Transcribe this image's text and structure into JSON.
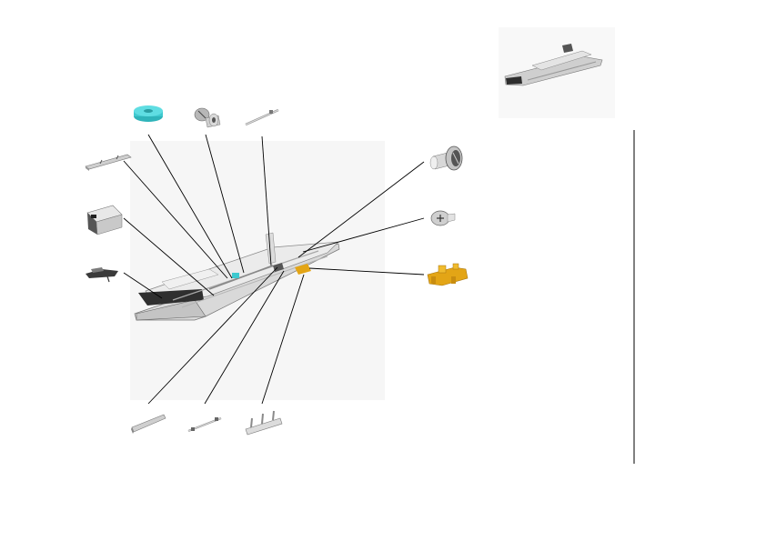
{
  "colors": {
    "background": "#ffffff",
    "part_gray": "#d4d4d4",
    "part_dark": "#3a3a3a",
    "roller_cyan": "#3ec9cf",
    "bracket_orange": "#e3a516",
    "leader_line": "#000000",
    "shadow": "#f2f2f2"
  },
  "parts": [
    {
      "name": "cyan-roller"
    },
    {
      "name": "pan-screw"
    },
    {
      "name": "thin-shaft"
    },
    {
      "name": "flat-plate"
    },
    {
      "name": "cover-block"
    },
    {
      "name": "dark-lever"
    },
    {
      "name": "flanged-screw"
    },
    {
      "name": "small-screw"
    },
    {
      "name": "orange-bracket"
    },
    {
      "name": "square-rod"
    },
    {
      "name": "pin-shaft"
    },
    {
      "name": "comb-guide"
    }
  ]
}
